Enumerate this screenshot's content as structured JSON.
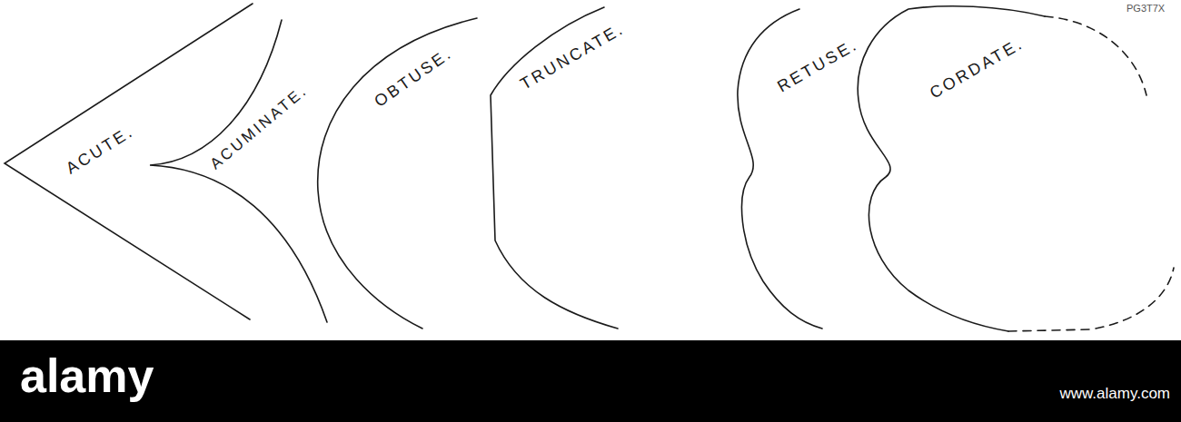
{
  "diagram": {
    "labels": [
      "ACUTE.",
      "ACUMINATE.",
      "OBTUSE.",
      "TRUNCATE.",
      "RETUSE.",
      "CORDATE.",
      "PG3T7X",
      "alamy",
      "www.alamy.com"
    ]
  }
}
